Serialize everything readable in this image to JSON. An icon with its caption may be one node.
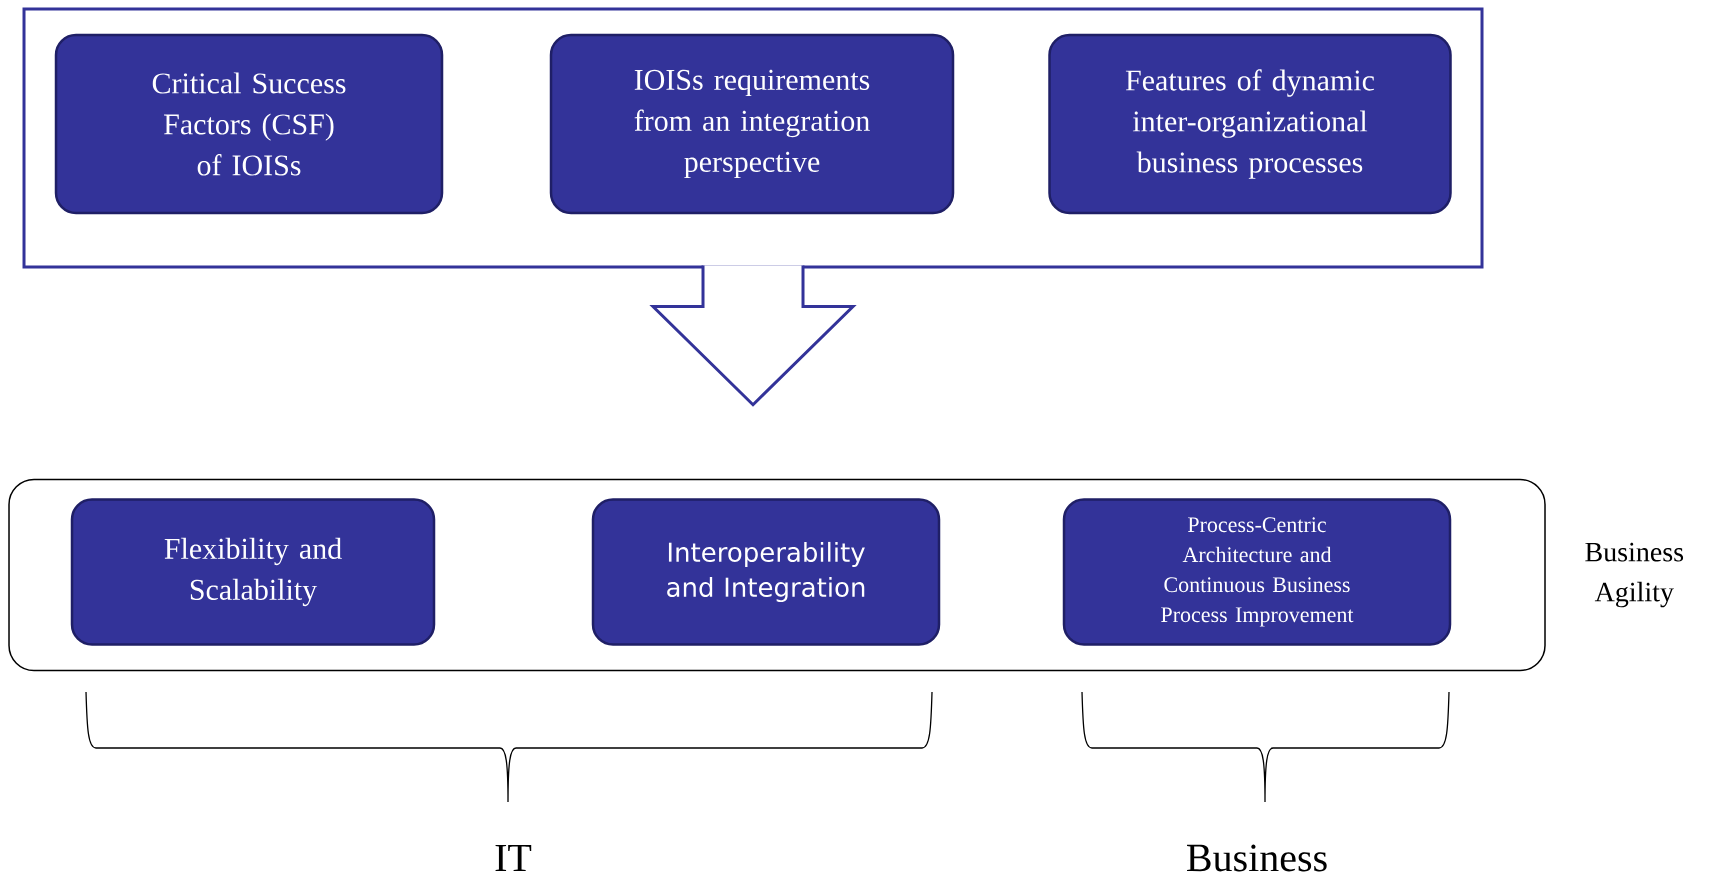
{
  "diagram": {
    "nodes": [
      {
        "text": [],
        "shape": "box"
      },
      {
        "text": [
          "Critical Success Factors (CSF) of IOISs"
        ],
        "in": 0
      },
      {
        "text": [
          "IOISs requirements from an integration perspective"
        ],
        "in": 0
      },
      {
        "text": [
          "Features of dynamic inter-organizational business processes"
        ],
        "in": 0
      },
      {
        "text": [],
        "shape": "box",
        "beside": [
          "Business Agility"
        ]
      },
      {
        "text": [
          "Flexibility and Scalability"
        ],
        "in": 4
      },
      {
        "text": [
          "Interoperability and Integration"
        ],
        "in": 4
      },
      {
        "text": [
          "Process-Centric Architecture and Continuous Business Process Improvement"
        ],
        "in": 4
      }
    ],
    "edges": [
      {
        "from": 0,
        "to": 4,
        "arrow": "to"
      }
    ],
    "labels": [
      "IT",
      "Business"
    ]
  }
}
